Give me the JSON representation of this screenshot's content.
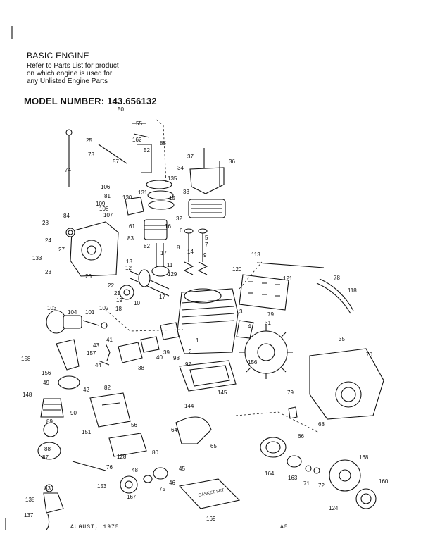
{
  "header": {
    "title": "BASIC ENGINE",
    "lines": [
      "Refer to Parts List for product",
      "on which engine is used for",
      "any Unlisted Engine Parts"
    ],
    "model_label": "MODEL NUMBER:",
    "model_number": "143.656132"
  },
  "footer": {
    "date": "AUGUST, 1975",
    "page": "A5"
  },
  "gasket_set_text": "GASKET SET",
  "part_labels": [
    "50",
    "55",
    "162",
    "52",
    "85",
    "25",
    "73",
    "57",
    "74",
    "37",
    "36",
    "34",
    "135",
    "33",
    "15",
    "106",
    "81",
    "109",
    "108",
    "107",
    "130",
    "131",
    "32",
    "6",
    "5",
    "7",
    "8",
    "9",
    "16",
    "28",
    "84",
    "24",
    "27",
    "133",
    "23",
    "26",
    "61",
    "83",
    "82",
    "14",
    "17",
    "113",
    "120",
    "121",
    "78",
    "118",
    "13",
    "12",
    "11",
    "129",
    "22",
    "21",
    "19",
    "18",
    "17",
    "10",
    "103",
    "104",
    "101",
    "102",
    "3",
    "79",
    "31",
    "4",
    "1",
    "2",
    "43",
    "41",
    "44",
    "39",
    "40",
    "38",
    "98",
    "97",
    "156",
    "35",
    "70",
    "158",
    "157",
    "156",
    "49",
    "42",
    "82",
    "145",
    "90",
    "148",
    "151",
    "144",
    "89",
    "88",
    "87",
    "56",
    "64",
    "65",
    "79",
    "68",
    "66",
    "128",
    "76",
    "80",
    "45",
    "48",
    "75",
    "46",
    "164",
    "163",
    "71",
    "72",
    "168",
    "160",
    "83",
    "153",
    "138",
    "167",
    "124",
    "137",
    "169"
  ]
}
